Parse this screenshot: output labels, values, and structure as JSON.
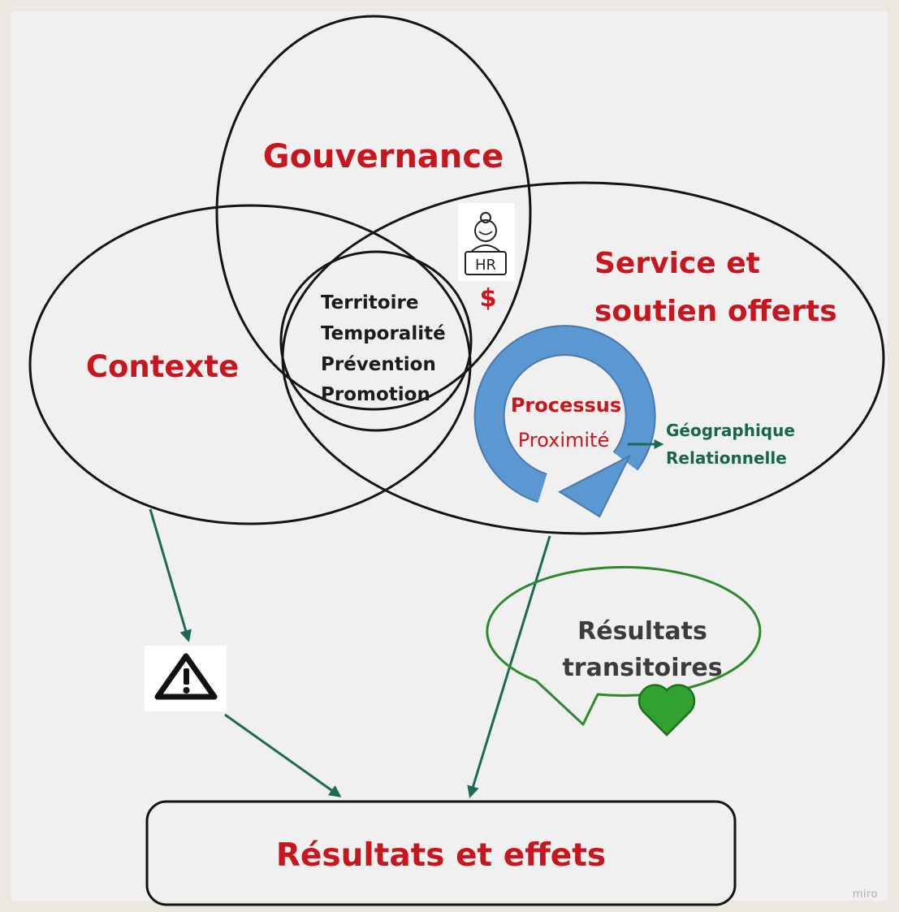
{
  "circles": {
    "governance": "Gouvernance",
    "context": "Contexte",
    "service_line1": "Service et",
    "service_line2": "soutien offerts"
  },
  "center_items": [
    "Territoire",
    "Temporalité",
    "Prévention",
    "Promotion"
  ],
  "resources": {
    "hr_label": "HR",
    "money_label": "$"
  },
  "process": {
    "title": "Processus",
    "subtitle": "Proximité",
    "dimensions": [
      "Géographique",
      "Relationnelle"
    ]
  },
  "transitory": {
    "line1": "Résultats",
    "line2": "transitoires"
  },
  "outcome": {
    "label": "Résultats et effets"
  },
  "watermark": "miro",
  "icons": [
    "hr-person-icon",
    "warning-icon",
    "heart-icon",
    "cycle-arrow-icon"
  ],
  "colors": {
    "title_red": "#c8161e",
    "connector_green": "#1b6a55",
    "heart_green": "#2fa22f",
    "cycle_blue": "#5b97d0"
  }
}
